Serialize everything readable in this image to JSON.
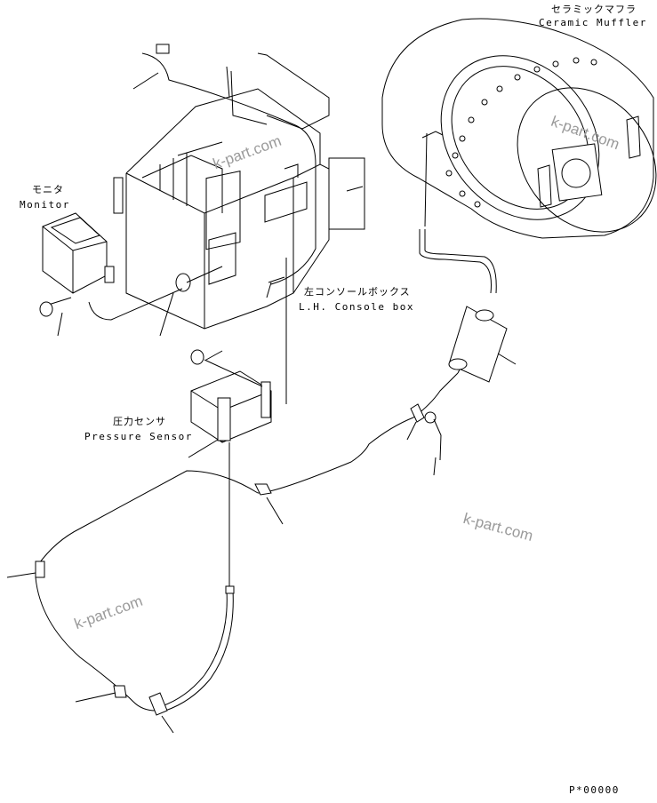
{
  "labels": {
    "ceramic_muffler_jp": "セラミックマフラ",
    "ceramic_muffler_en": "Ceramic Muffler",
    "monitor_jp": "モニタ",
    "monitor_en": "Monitor",
    "console_box_jp": "左コンソールボックス",
    "console_box_en": "L.H. Console box",
    "pressure_sensor_jp": "圧力センサ",
    "pressure_sensor_en": "Pressure Sensor",
    "part_code": "P*00000"
  },
  "watermarks": [
    "k-part.com",
    "k-part.com",
    "k-part.com",
    "k-part.com"
  ]
}
